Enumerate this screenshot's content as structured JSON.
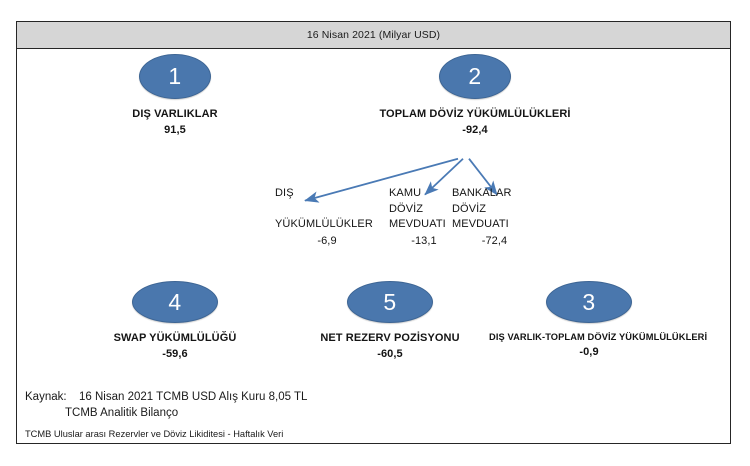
{
  "header": {
    "title": "16 Nisan 2021 (Milyar USD)"
  },
  "colors": {
    "ellipse_fill": "#4a77ad",
    "ellipse_stroke": "#3d6594",
    "arrow": "#4a7ab5",
    "header_band": "#d6d6d6",
    "frame_border": "#262626",
    "text": "#141414"
  },
  "nodes": [
    {
      "number": "1",
      "label": "DIŞ VARLIKLAR",
      "value": "91,5"
    },
    {
      "number": "2",
      "label": "TOPLAM DÖVİZ YÜKÜMLÜLÜKLERİ",
      "value": "-92,4"
    },
    {
      "number": "4",
      "label": "SWAP YÜKÜMLÜLÜĞÜ",
      "value": "-59,6"
    },
    {
      "number": "5",
      "label": "NET REZERV POZİSYONU",
      "value": "-60,5"
    },
    {
      "number": "3",
      "label": "DIŞ VARLIK-TOPLAM DÖVİZ YÜKÜMLÜLÜKLERİ",
      "value": "-0,9"
    }
  ],
  "breakdown": [
    {
      "line1": "DIŞ",
      "line2": "",
      "line3": "YÜKÜMLÜLÜKLER",
      "value": "-6,9"
    },
    {
      "line1": "KAMU",
      "line2": "DÖVİZ",
      "line3": "MEVDUATI",
      "value": "-13,1"
    },
    {
      "line1": "BANKALAR",
      "line2": "DÖVİZ",
      "line3": "MEVDUATI",
      "value": "-72,4"
    }
  ],
  "footer": {
    "source_label": "Kaynak:",
    "source_line1": "16 Nisan 2021 TCMB USD Alış Kuru 8,05 TL",
    "source_line2": "TCMB Analitik Bilanço",
    "note": "TCMB Uluslar arası Rezervler ve Döviz Likiditesi - Haftalık Veri"
  }
}
